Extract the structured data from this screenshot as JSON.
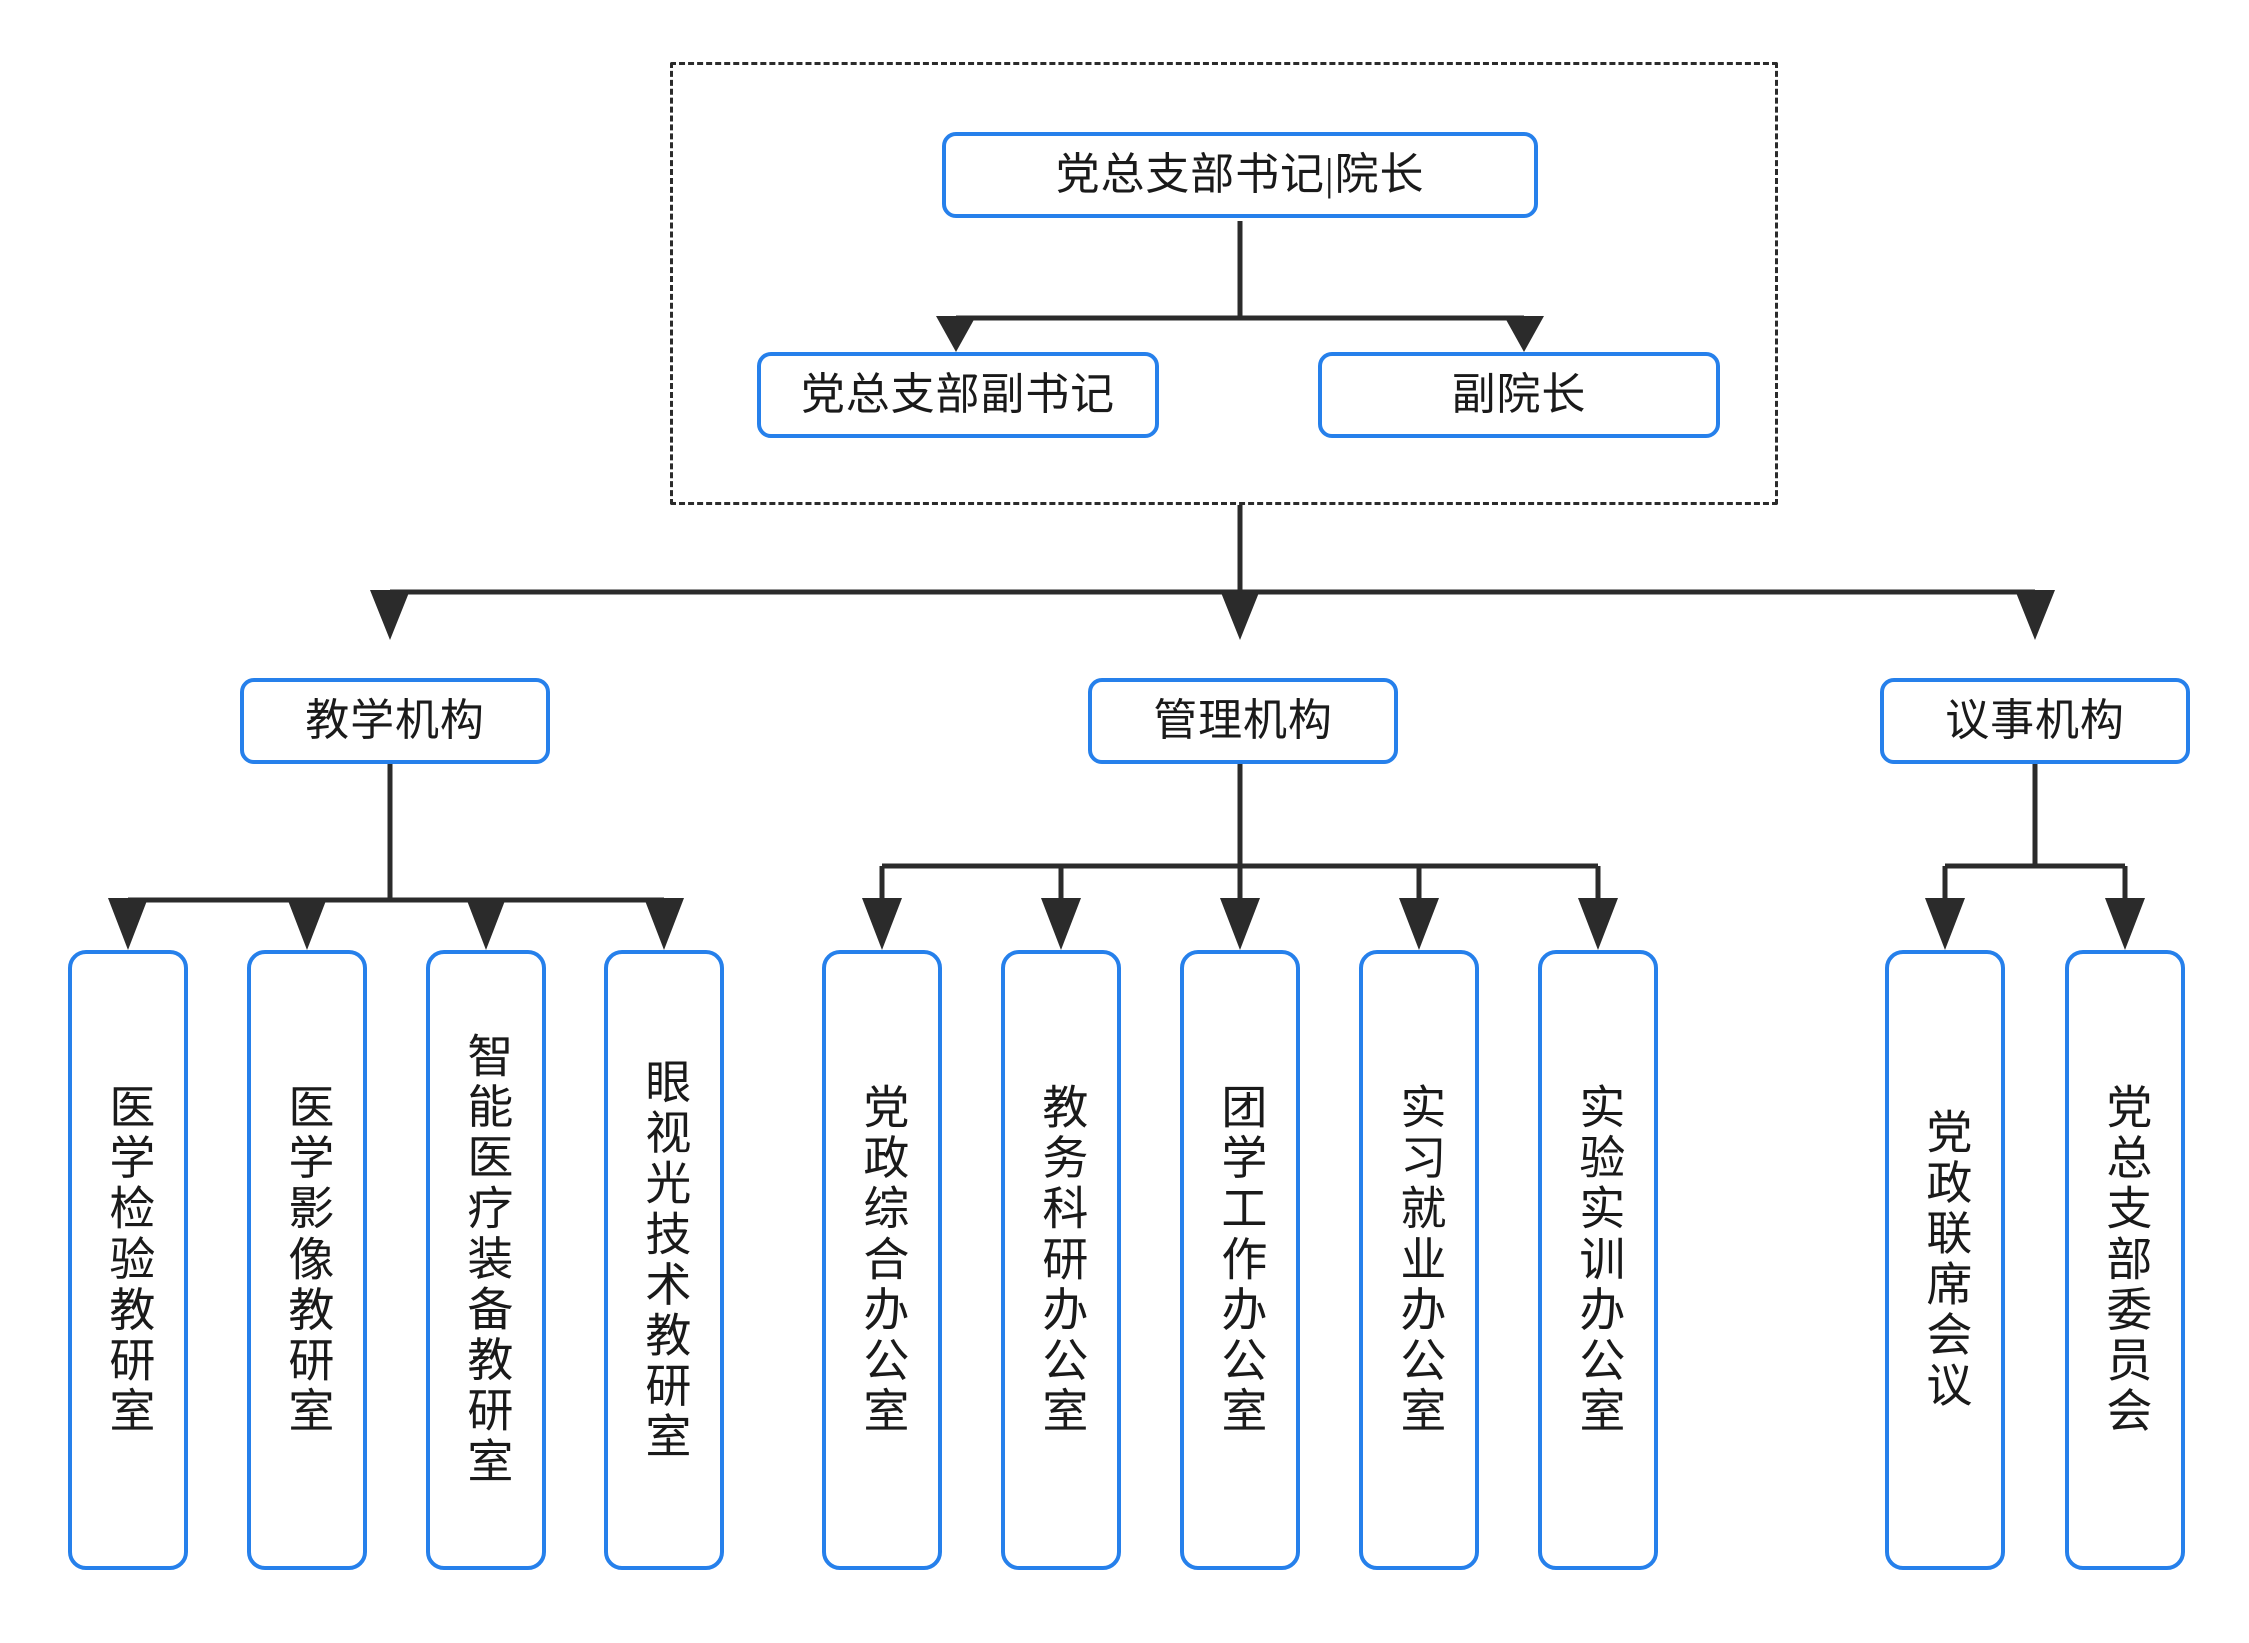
{
  "diagram": {
    "title_root": "党总支部书记|院长",
    "accent_color": "#2680eb",
    "line_color": "#2b2b2b",
    "text_color": "#1a1a1a",
    "background": "#ffffff",
    "leadership_frame_style": "dashed",
    "nodes": {
      "root": {
        "label": "党总支部书记|院长"
      },
      "deputy_party": {
        "label": "党总支部副书记"
      },
      "deputy_dean": {
        "label": "副院长"
      },
      "teaching_org": {
        "label": "教学机构"
      },
      "management_org": {
        "label": "管理机构"
      },
      "deliberation_org": {
        "label": "议事机构"
      }
    },
    "teaching_units": [
      {
        "label": "医学检验教研室"
      },
      {
        "label": "医学影像教研室"
      },
      {
        "label": "智能医疗装备教研室"
      },
      {
        "label": "眼视光技术教研室"
      }
    ],
    "management_units": [
      {
        "label": "党政综合办公室"
      },
      {
        "label": "教务科研办公室"
      },
      {
        "label": "团学工作办公室"
      },
      {
        "label": "实习就业办公室"
      },
      {
        "label": "实验实训办公室"
      }
    ],
    "deliberation_units": [
      {
        "label": "党政联席会议"
      },
      {
        "label": "党总支部委员会"
      }
    ]
  }
}
